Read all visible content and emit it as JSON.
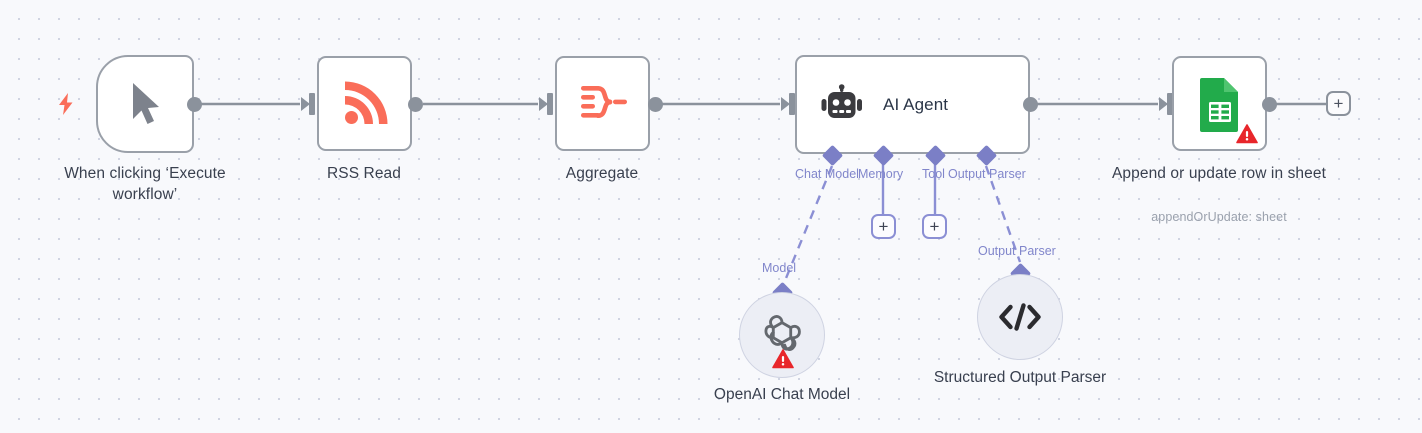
{
  "canvas": {
    "background_color": "#f8f9fc",
    "grid_dot_color": "#c9cddd",
    "accent_orange": "#fa6d59",
    "accent_purple": "#7b7fc6",
    "node_border": "#9aa0a9",
    "label_color": "#39404f",
    "warning_color": "#e8262b",
    "sheets_green": "#22ab4b"
  },
  "nodes": [
    {
      "id": "trigger",
      "label": "When clicking ‘Execute workflow’",
      "icon": "cursor-pointer-icon",
      "badge_icon": "lightning-bolt-icon"
    },
    {
      "id": "rss",
      "label": "RSS Read",
      "icon": "rss-feed-icon"
    },
    {
      "id": "aggregate",
      "label": "Aggregate",
      "icon": "aggregate-merge-icon"
    },
    {
      "id": "agent",
      "label": "AI Agent",
      "icon": "robot-icon"
    },
    {
      "id": "sheets",
      "label": "Append or update row in sheet",
      "sublabel": "appendOrUpdate: sheet",
      "icon": "google-sheets-icon",
      "warning_icon": "warning-triangle-icon"
    }
  ],
  "agent_connectors": [
    {
      "id": "chat-model",
      "label": "Chat Model",
      "connected": true
    },
    {
      "id": "memory",
      "label": "Memory",
      "connected": false
    },
    {
      "id": "tool",
      "label": "Tool",
      "connected": false
    },
    {
      "id": "output-parser",
      "label": "Output Parser",
      "connected": true
    }
  ],
  "subnodes": [
    {
      "id": "openai-chat-model",
      "label": "OpenAI Chat Model",
      "connector_label": "Model",
      "icon": "openai-logo-icon",
      "warning_icon": "warning-triangle-icon"
    },
    {
      "id": "structured-output-parser",
      "label": "Structured Output Parser",
      "connector_label": "Output Parser",
      "icon": "code-brackets-icon",
      "warning_icon": null
    }
  ],
  "buttons": {
    "add_node_after_sheets": "+",
    "add_memory": "+",
    "add_tool": "+"
  }
}
